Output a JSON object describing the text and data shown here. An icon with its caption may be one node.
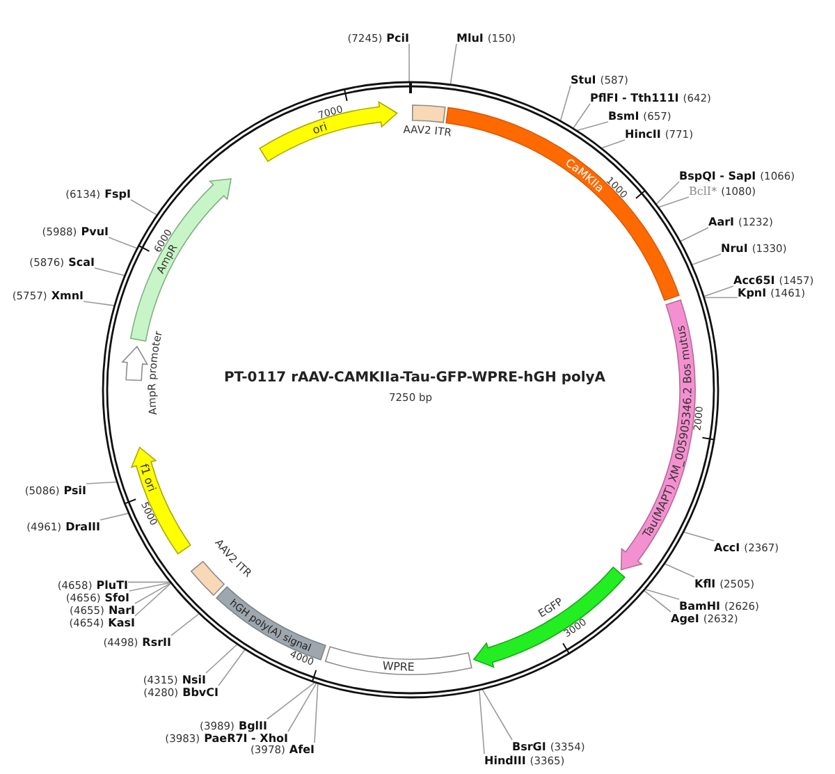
{
  "diagram": {
    "title": "PT-0117 rAAV-CAMKIIa-Tau-GFP-WPRE-hGH polyA",
    "nodes": [
      {
        "text": [
          "AAV2 ITR"
        ]
      },
      {
        "text": [
          "CaMKIIa"
        ]
      },
      {
        "text": [
          "Tau(MAPT) XM_005905346.2 Bos mutus"
        ]
      },
      {
        "text": [
          "EGFP"
        ]
      },
      {
        "text": [
          "WPRE"
        ]
      },
      {
        "text": [
          "hGH poly(A) signal"
        ]
      },
      {
        "text": [
          "AAV2 ITR"
        ]
      },
      {
        "text": [
          "f1 ori"
        ]
      },
      {
        "text": [
          "AmpR promoter"
        ]
      },
      {
        "text": [
          "AmpR"
        ]
      },
      {
        "text": [
          "ori"
        ]
      },
      {
        "text": [
          "(7245)",
          "PciI"
        ]
      },
      {
        "text": [
          "MluI",
          "(150)"
        ]
      },
      {
        "text": [
          "StuI",
          "(587)"
        ]
      },
      {
        "text": [
          "PflFI - Tth111I",
          "(642)"
        ]
      },
      {
        "text": [
          "BsmI",
          "(657)"
        ]
      },
      {
        "text": [
          "HincII",
          "(771)"
        ]
      },
      {
        "text": [
          "BspQI - SapI",
          "(1066)"
        ]
      },
      {
        "text": [
          "BclI*",
          "(1080)"
        ]
      },
      {
        "text": [
          "AarI",
          "(1232)"
        ]
      },
      {
        "text": [
          "NruI",
          "(1330)"
        ]
      },
      {
        "text": [
          "Acc65I",
          "(1457)"
        ]
      },
      {
        "text": [
          "KpnI",
          "(1461)"
        ]
      },
      {
        "text": [
          "AccI",
          "(2367)"
        ]
      },
      {
        "text": [
          "KflI",
          "(2505)"
        ]
      },
      {
        "text": [
          "BamHI",
          "(2626)"
        ]
      },
      {
        "text": [
          "AgeI",
          "(2632)"
        ]
      },
      {
        "text": [
          "BsrGI",
          "(3354)"
        ]
      },
      {
        "text": [
          "HindIII",
          "(3365)"
        ]
      },
      {
        "text": [
          "(3978)",
          "AfeI"
        ]
      },
      {
        "text": [
          "(3983)",
          "PaeR7I - XhoI"
        ]
      },
      {
        "text": [
          "(3989)",
          "BglII"
        ]
      },
      {
        "text": [
          "(4280)",
          "BbvCI"
        ]
      },
      {
        "text": [
          "(4315)",
          "NsiI"
        ]
      },
      {
        "text": [
          "(4498)",
          "RsrII"
        ]
      },
      {
        "text": [
          "(4654)",
          "KasI"
        ]
      },
      {
        "text": [
          "(4655)",
          "NarI"
        ]
      },
      {
        "text": [
          "(4656)",
          "SfoI"
        ]
      },
      {
        "text": [
          "(4658)",
          "PluTI"
        ]
      },
      {
        "text": [
          "(4961)",
          "DraIII"
        ]
      },
      {
        "text": [
          "(5086)",
          "PsiI"
        ]
      },
      {
        "text": [
          "(5757)",
          "XmnI"
        ]
      },
      {
        "text": [
          "(5876)",
          "ScaI"
        ]
      },
      {
        "text": [
          "(5988)",
          "PvuI"
        ]
      },
      {
        "text": [
          "(6134)",
          "FspI"
        ]
      }
    ],
    "edges": [
      {
        "from": 11,
        "to": null,
        "arrow": "none"
      },
      {
        "from": 12,
        "to": null,
        "arrow": "none"
      },
      {
        "from": 13,
        "to": null,
        "arrow": "none"
      },
      {
        "from": 14,
        "to": null,
        "arrow": "none"
      },
      {
        "from": 15,
        "to": null,
        "arrow": "none"
      },
      {
        "from": 16,
        "to": null,
        "arrow": "none"
      },
      {
        "from": 17,
        "to": null,
        "arrow": "none"
      },
      {
        "from": 18,
        "to": null,
        "arrow": "none"
      },
      {
        "from": 19,
        "to": null,
        "arrow": "none"
      },
      {
        "from": 20,
        "to": null,
        "arrow": "none"
      },
      {
        "from": 21,
        "to": null,
        "arrow": "none"
      },
      {
        "from": 22,
        "to": null,
        "arrow": "none"
      },
      {
        "from": 23,
        "to": null,
        "arrow": "none"
      },
      {
        "from": 24,
        "to": null,
        "arrow": "none"
      },
      {
        "from": 25,
        "to": null,
        "arrow": "none"
      },
      {
        "from": 26,
        "to": null,
        "arrow": "none"
      },
      {
        "from": 27,
        "to": null,
        "arrow": "none"
      },
      {
        "from": 28,
        "to": null,
        "arrow": "none"
      },
      {
        "from": 29,
        "to": null,
        "arrow": "none"
      },
      {
        "from": 30,
        "to": null,
        "arrow": "none"
      },
      {
        "from": 31,
        "to": null,
        "arrow": "none"
      },
      {
        "from": 32,
        "to": null,
        "arrow": "none"
      },
      {
        "from": 33,
        "to": null,
        "arrow": "none"
      },
      {
        "from": 34,
        "to": null,
        "arrow": "none"
      },
      {
        "from": 35,
        "to": null,
        "arrow": "none"
      },
      {
        "from": 36,
        "to": null,
        "arrow": "none"
      },
      {
        "from": 37,
        "to": null,
        "arrow": "none"
      },
      {
        "from": 38,
        "to": null,
        "arrow": "none"
      },
      {
        "from": 39,
        "to": null,
        "arrow": "none"
      },
      {
        "from": 40,
        "to": null,
        "arrow": "none"
      },
      {
        "from": 41,
        "to": null,
        "arrow": "none"
      },
      {
        "from": 42,
        "to": null,
        "arrow": "none"
      },
      {
        "from": 43,
        "to": null,
        "arrow": "none"
      },
      {
        "from": 44,
        "to": null,
        "arrow": "none"
      }
    ],
    "labels": [
      "7250 bp",
      "1000",
      "2000",
      "3000",
      "4000",
      "5000",
      "6000",
      "7000"
    ]
  }
}
